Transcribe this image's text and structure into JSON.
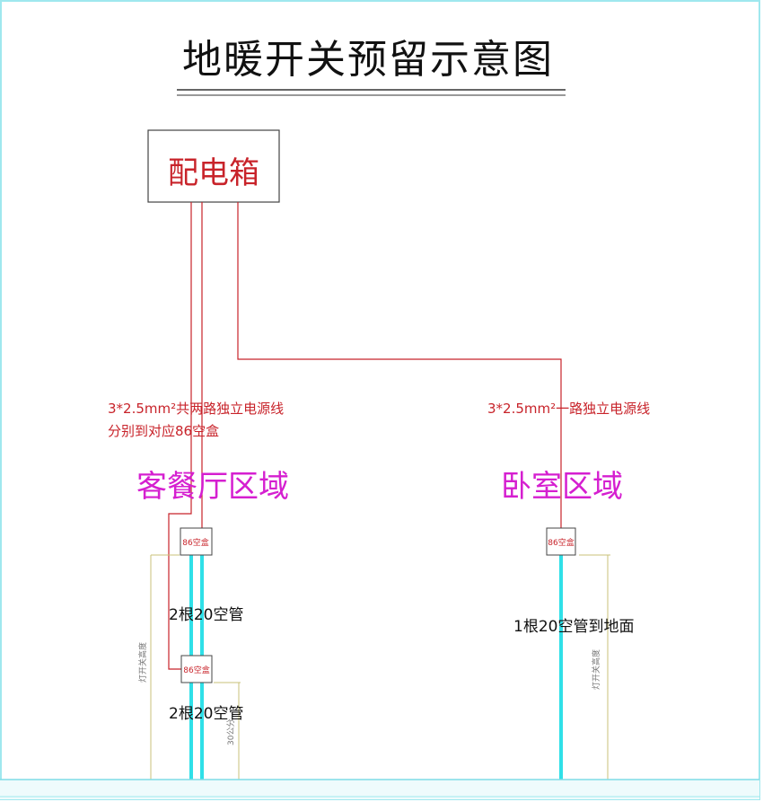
{
  "title": "地暖开关预留示意图",
  "panel": {
    "label": "配电箱"
  },
  "living": {
    "zone_label": "客餐厅区域",
    "wire_note_line1": "3*2.5mm²共两路独立电源线",
    "wire_note_line2": "分别到对应86空盒",
    "box_upper": "86空盒",
    "box_lower": "86空盒",
    "pipe_upper": "2根20空管",
    "pipe_lower": "2根20空管",
    "dim_height": "灯开关高度",
    "dim_30": "30公分"
  },
  "bedroom": {
    "zone_label": "卧室区域",
    "wire_note": "3*2.5mm²一路独立电源线",
    "box": "86空盒",
    "pipe": "1根20空管到地面",
    "dim_height": "灯开关高度"
  },
  "colors": {
    "wire": "#c8232a",
    "pipe": "#2fe0e8",
    "dimension": "#c9c27a",
    "zone": "#d51fd0"
  }
}
